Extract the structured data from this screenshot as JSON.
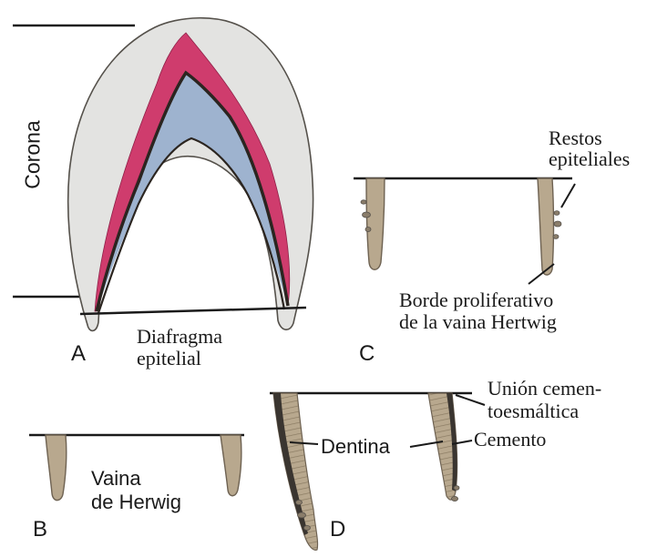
{
  "colors": {
    "outer_layer": "#e3e3e1",
    "enamel": "#cf3c6d",
    "dentin": "#9eb3cf",
    "sheath": "#b8a88e",
    "line": "#1a1a1a"
  },
  "panel_a": {
    "letter": "A",
    "crown_label": "Corona",
    "diaphragm_line1": "Diafragma",
    "diaphragm_line2": "epitelial"
  },
  "panel_b": {
    "letter": "B",
    "sheath_line1": "Vaina",
    "sheath_line2": "de Herwig"
  },
  "panel_c": {
    "letter": "C",
    "rests_line1": "Restos",
    "rests_line2": "epiteliales",
    "border_line1": "Borde proliferativo",
    "border_line2": "de la vaina Hertwig"
  },
  "panel_d": {
    "letter": "D",
    "junction_line1": "Unión cemen-",
    "junction_line2": "toesmáltica",
    "dentin_label": "Dentina",
    "cement_label": "Cemento"
  }
}
